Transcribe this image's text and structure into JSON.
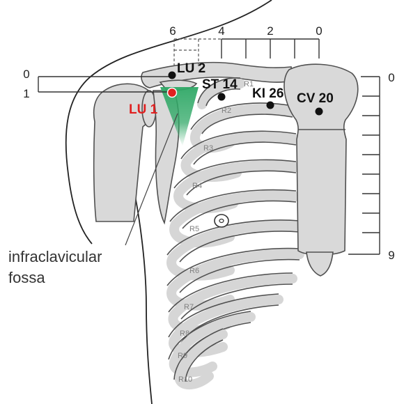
{
  "top_scale": {
    "ticks": [
      "6",
      "4",
      "2",
      "0"
    ]
  },
  "left_scale": {
    "ticks": [
      "0",
      "1"
    ]
  },
  "right_scale": {
    "ticks": [
      "0",
      "9"
    ]
  },
  "points": {
    "lu2": "LU 2",
    "lu1": "LU 1",
    "st14": "ST 14",
    "ki26": "KI 26",
    "cv20": "CV 20"
  },
  "ribs": [
    "R1",
    "R2",
    "R3",
    "R4",
    "R5",
    "R6",
    "R7",
    "R8",
    "R9",
    "R10"
  ],
  "caption": {
    "line1": "infraclavicular",
    "line2": "fossa"
  },
  "colors": {
    "lu1_point": "#e02020",
    "fossa_highlight": "#2fa866",
    "bone": "#d9d9d9",
    "outline": "#505050"
  }
}
